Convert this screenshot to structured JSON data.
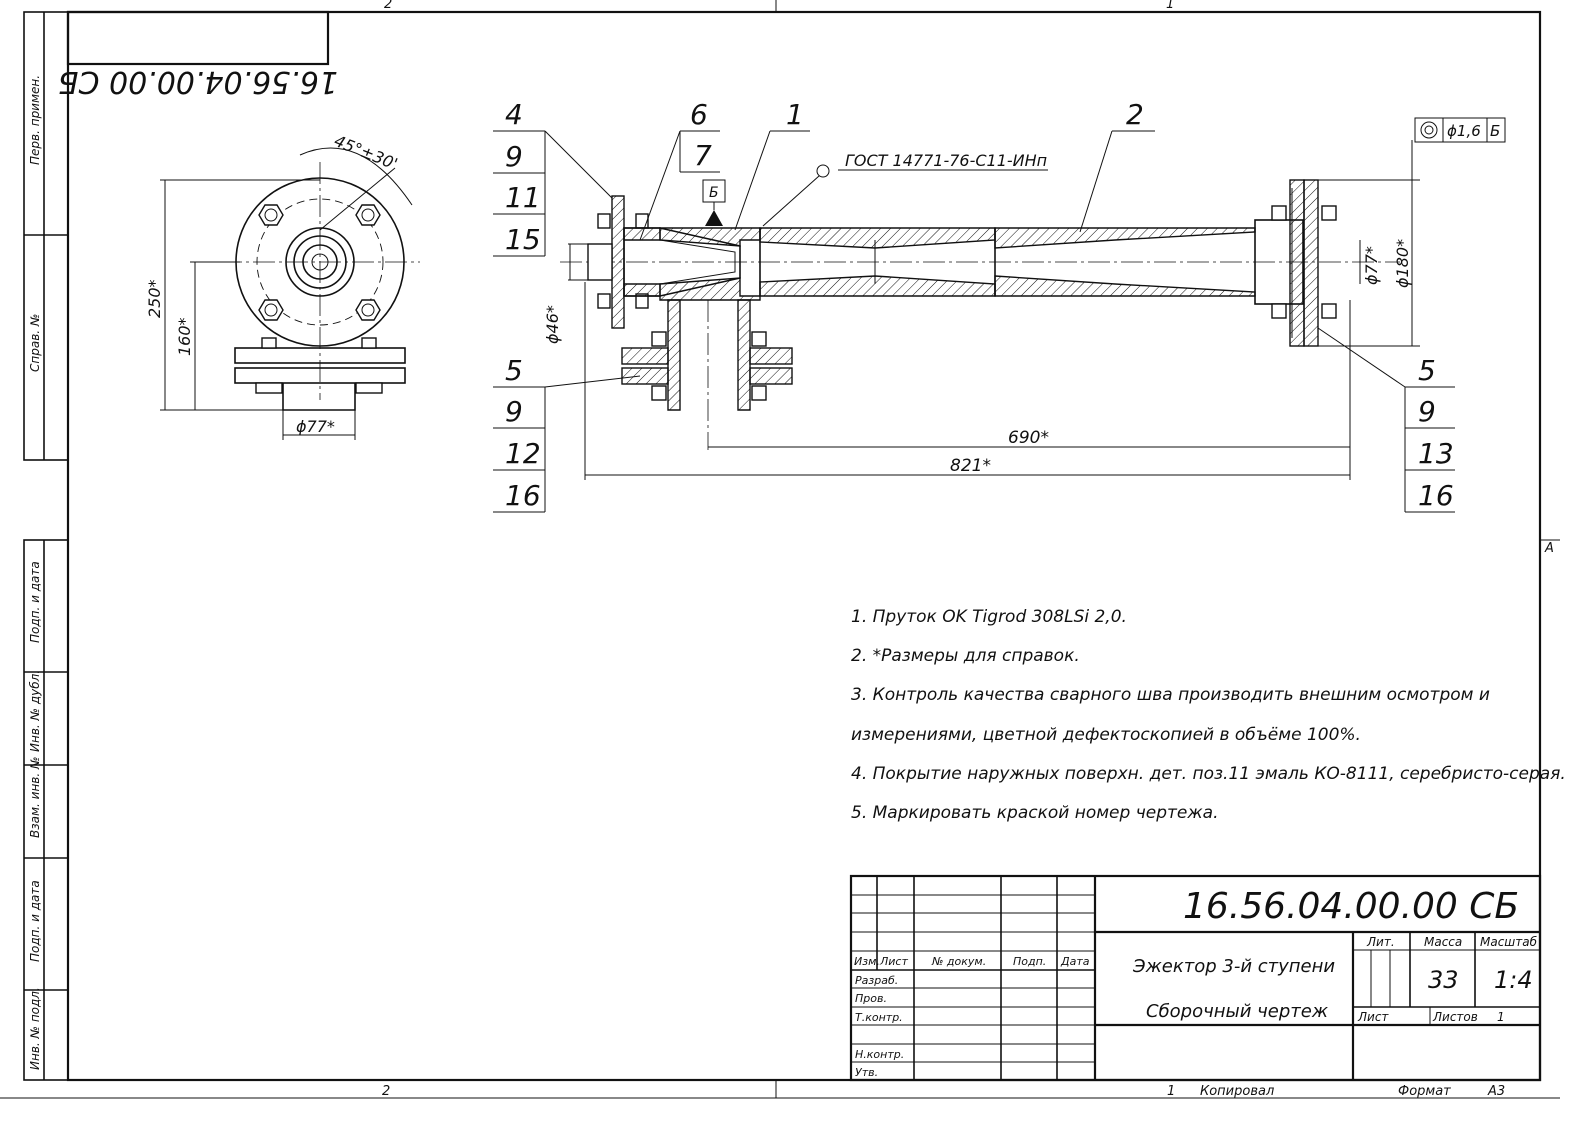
{
  "drawing": {
    "code_main": "16.56.04.00.00 СБ",
    "code_mirrored": "16.56.04.00.00 СБ",
    "title_line1": "Эжектор 3-й ступени",
    "title_line2": "Сборочный чертеж",
    "mass_label": "Масса",
    "mass_value": "33",
    "scale_label": "Масштаб",
    "scale_value": "1:4",
    "lit_label": "Лит.",
    "sheet_label": "Лист",
    "sheets_label": "Листов",
    "sheets_value": "1",
    "footer_page": "1",
    "copied_label": "Копировал",
    "format_label": "Формат",
    "format_value": "A3",
    "zone_top_left": "2",
    "zone_top_right": "1",
    "zone_bottom_left": "2",
    "zone_side_right": "A"
  },
  "stamp": {
    "col_izm": "Изм.",
    "col_list": "Лист",
    "col_doc": "№ докум.",
    "col_podp": "Подп.",
    "col_date": "Дата",
    "row_razrab": "Разраб.",
    "row_prov": "Пров.",
    "row_tkontr": "Т.контр.",
    "row_nkontr": "Н.контр.",
    "row_utv": "Утв."
  },
  "side_columns": {
    "perv_primen": "Перв. примен.",
    "sprav_no": "Справ. №",
    "podp_data_1": "Подп. и дата",
    "inv_dubl": "Инв. № дубл.",
    "vzam_inv": "Взам. инв. №",
    "podp_data_2": "Подп. и дата",
    "inv_podl": "Инв. № подл."
  },
  "notes": [
    "1. Пруток OK Tigrod 308LSi 2,0.",
    "2. *Размеры для справок.",
    "3. Контроль качества сварного шва производить внешним осмотром и",
    "измерениями, цветной дефектоскопией в объёме 100%.",
    "4. Покрытие наружных поверхн. дет. поз.11 эмаль КО-8111, серебристо-серая.",
    "5. Маркировать краской номер чертежа."
  ],
  "dimensions": {
    "angle": "45°±30'",
    "height_250": "250*",
    "height_160": "160*",
    "dia_77_front": "ϕ77*",
    "dia_46": "ϕ46*",
    "dia_77_right": "ϕ77*",
    "dia_180": "ϕ180*",
    "len_690": "690*",
    "len_821": "821*"
  },
  "annotations": {
    "weld_standard": "ГОСТ 14771-76-С11-ИНп",
    "datum_b": "Б",
    "tolerance_value": "ϕ1,6",
    "tolerance_datum": "Б"
  },
  "callouts": {
    "top_left": [
      "4",
      "9",
      "11",
      "15"
    ],
    "top_mid_a": "6",
    "top_mid_b": "7",
    "top_mid_c": "1",
    "top_right": "2",
    "bottom_left": [
      "5",
      "9",
      "12",
      "16"
    ],
    "bottom_right": [
      "5",
      "9",
      "13",
      "16"
    ]
  }
}
